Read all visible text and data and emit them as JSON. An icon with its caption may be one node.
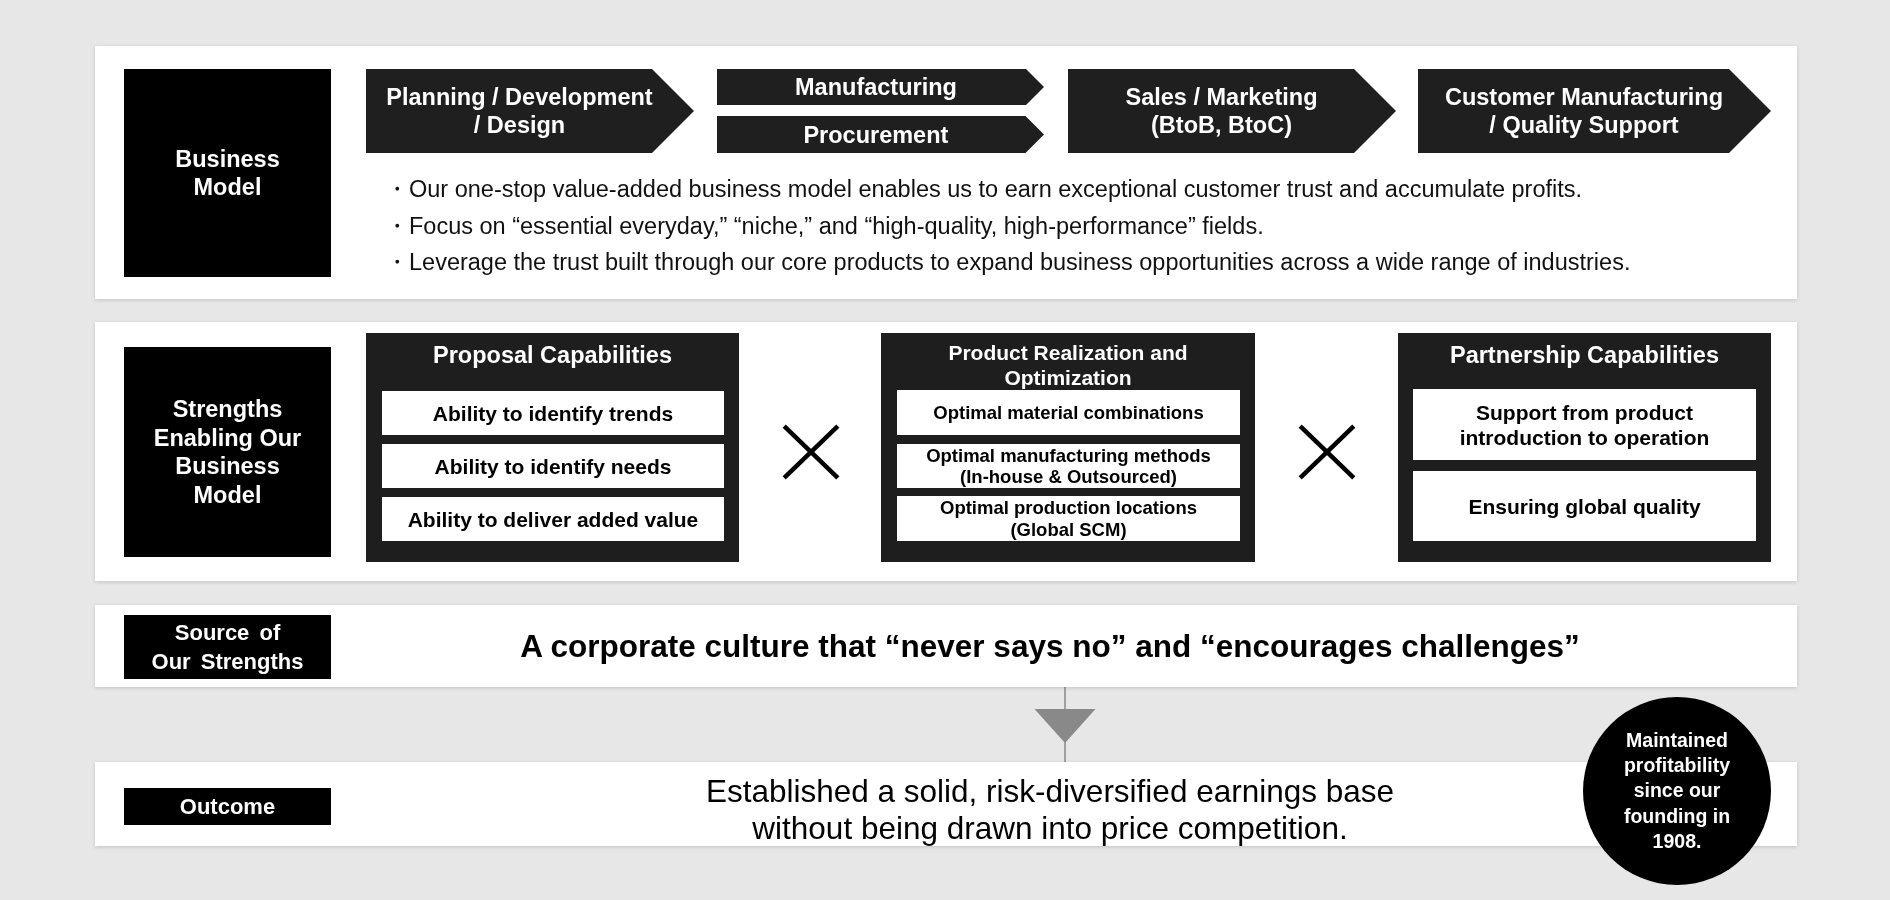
{
  "diagram": {
    "nodes": [
      {
        "text": [
          "・Our one-stop value-added business model enables us to earn exceptional customer trust and accumulate profits.",
          "・Focus on “essential everyday,” “niche,” and “high-quality, high-performance” fields.",
          "・Leverage the trust built through our core products to expand business opportunities across a wide range of industries."
        ]
      },
      {
        "text": [
          "Business Model"
        ],
        "in": 0
      },
      {
        "text": [
          "Planning / Development / Design"
        ],
        "in": 0
      },
      {
        "text": [
          "Manufacturing"
        ],
        "in": 0
      },
      {
        "text": [
          "Procurement"
        ],
        "in": 0
      },
      {
        "text": [
          "Sales / Marketing (BtoB, BtoC)"
        ],
        "in": 0
      },
      {
        "text": [
          "Customer Manufacturing / Quality Support"
        ],
        "in": 0
      },
      {
        "text": [],
        "shape": "box"
      },
      {
        "text": [
          "Strengths Enabling Our Business Model"
        ],
        "in": 7
      },
      {
        "text": [
          "Proposal Capabilities"
        ],
        "in": 7
      },
      {
        "text": [
          "Ability to identify trends"
        ],
        "in": 9
      },
      {
        "text": [
          "Ability to identify needs"
        ],
        "in": 9
      },
      {
        "text": [
          "Ability to deliver added value"
        ],
        "in": 9
      },
      {
        "text": [
          "Product Realization and Optimization"
        ],
        "in": 7
      },
      {
        "text": [
          "Optimal material combinations"
        ],
        "in": 13
      },
      {
        "text": [
          "Optimal manufacturing methods (In-house & Outsourced)"
        ],
        "in": 13
      },
      {
        "text": [
          "Optimal production locations (Global SCM)"
        ],
        "in": 13
      },
      {
        "text": [
          "Partnership Capabilities"
        ],
        "in": 7
      },
      {
        "text": [
          "Support from product introduction to operation"
        ],
        "in": 17
      },
      {
        "text": [
          "Ensuring global quality"
        ],
        "in": 17
      },
      {
        "text": [
          "A corporate culture that “never says no” and “encourages challenges”"
        ]
      },
      {
        "text": [
          "Source of Our Strengths"
        ],
        "in": 20
      },
      {
        "text": [
          "Established a solid, risk-diversified earnings base without being drawn into price competition."
        ]
      },
      {
        "text": [
          "Outcome"
        ],
        "in": 22
      },
      {
        "text": [
          "Maintained profitability since our founding in 1908."
        ]
      }
    ],
    "edges": [
      {
        "from": 20,
        "to": 22,
        "arrow": "to"
      }
    ]
  }
}
